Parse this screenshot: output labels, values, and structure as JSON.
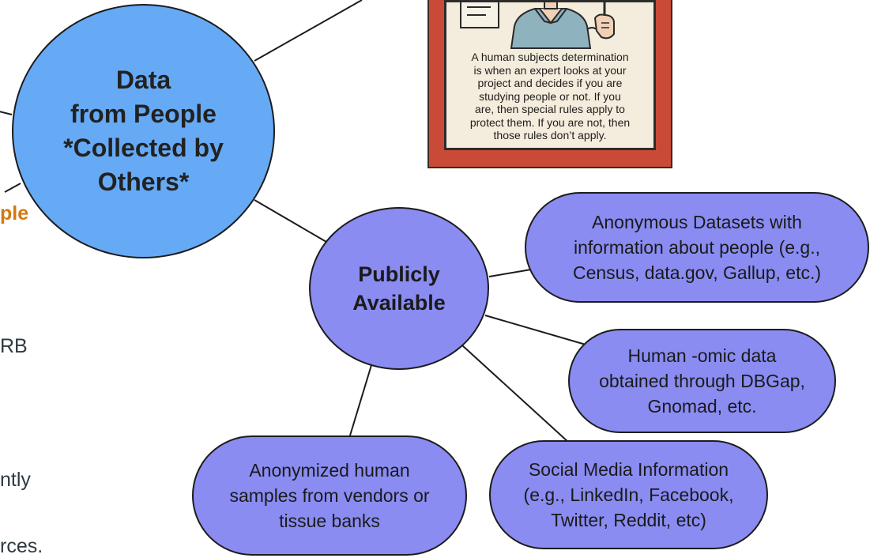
{
  "diagram": {
    "main_node": {
      "label": "Data\nfrom People\n*Collected by\nOthers*"
    },
    "public_node": {
      "label": "Publicly\nAvailable"
    },
    "leaves": {
      "anonymous_datasets": "Anonymous Datasets with\ninformation about people (e.g.,\nCensus, data.gov, Gallup, etc.)",
      "omic_data": "Human -omic data\nobtained through DBGap,\nGnomad, etc.",
      "social_media": "Social Media Information\n(e.g., LinkedIn, Facebook,\nTwitter, Reddit, etc)",
      "human_samples": "Anonymized human\nsamples from vendors or\ntissue banks"
    },
    "poster": {
      "text": "A human subjects determination\nis when an expert looks at your\nproject and decides if you are\nstudying people or not. If you\nare, then special rules apply to\nprotect them. If you are not, then\nthose rules don’t apply."
    },
    "cut_off_text": {
      "orange_fragment": "ple",
      "fragment_rb": "RB",
      "fragment_ntly": "ntly",
      "fragment_rces": "rces."
    }
  },
  "colors": {
    "main_circle": "#66aaf5",
    "node_purple": "#8a8cf2",
    "poster_frame": "#c84a37",
    "poster_paper": "#f4ecdc",
    "accent_orange": "#d4780f"
  }
}
